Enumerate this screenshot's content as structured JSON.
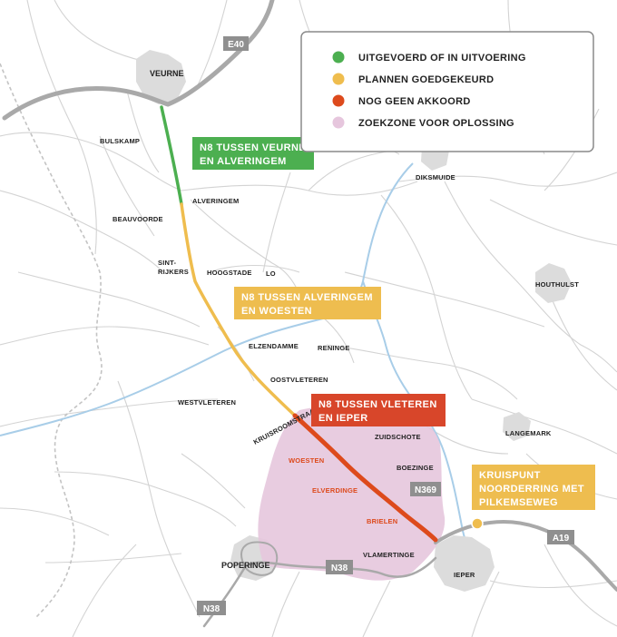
{
  "colors": {
    "green": "#4caf50",
    "yellow": "#efbd4e",
    "red": "#dd4a1c",
    "pink_zone": "#e6c6dd",
    "callout_green": "#4caf50",
    "callout_yellow": "#eebd4f",
    "callout_red": "#d8462a",
    "callout_orange": "#eebd4f",
    "road_gray": "#a9a9a9",
    "road_sign": "#8f8f8f",
    "water": "#a8cde8",
    "urban": "#dcdcdc"
  },
  "legend": {
    "items": [
      {
        "label": "UITGEVOERD OF IN UITVOERING",
        "color": "#4caf50"
      },
      {
        "label": "PLANNEN GOEDGEKEURD",
        "color": "#efbd4e"
      },
      {
        "label": "NOG GEEN AKKOORD",
        "color": "#dd4a1c"
      },
      {
        "label": "ZOEKZONE VOOR OPLOSSING",
        "color": "#e6c6dd"
      }
    ]
  },
  "callouts": {
    "green": {
      "line1": "N8 TUSSEN VEURNE",
      "line2": "EN ALVERINGEM"
    },
    "yellow": {
      "line1": "N8 TUSSEN ALVERINGEM",
      "line2": "EN WOESTEN"
    },
    "red": {
      "line1": "N8 TUSSEN VLETEREN",
      "line2": "EN IEPER"
    },
    "orange": {
      "line1": "KRUISPUNT",
      "line2": "NOORDERRING MET",
      "line3": "PILKEMSEWEG"
    }
  },
  "road_labels": {
    "e40": "E40",
    "n369": "N369",
    "n38_mid": "N38",
    "n38_bottom": "N38",
    "a19": "A19"
  },
  "places": {
    "veurne": "VEURNE",
    "bulskamp": "BULSKAMP",
    "alveringem": "ALVERINGEM",
    "beauvoorde": "BEAUVOORDE",
    "sint_rijkers_1": "SINT-",
    "sint_rijkers_2": "RIJKERS",
    "hoogstade": "HOOGSTADE",
    "lo": "LO",
    "diksmuide": "DIKSMUIDE",
    "houthulst": "HOUTHULST",
    "elzendamme": "ELZENDAMME",
    "reninge": "RENINGE",
    "oostvleteren": "OOSTVLETEREN",
    "westvleteren": "WESTVLETEREN",
    "kruisroomstraat": "KRUISROOMSTRAAT",
    "zuidschote": "ZUIDSCHOTE",
    "langemark": "LANGEMARK",
    "boezinge": "BOEZINGE",
    "poperinge": "POPERINGE",
    "vlamertinge": "VLAMERTINGE",
    "ieper": "IEPER",
    "woesten": "WOESTEN",
    "elverdinge": "ELVERDINGE",
    "brielen": "BRIELEN"
  }
}
